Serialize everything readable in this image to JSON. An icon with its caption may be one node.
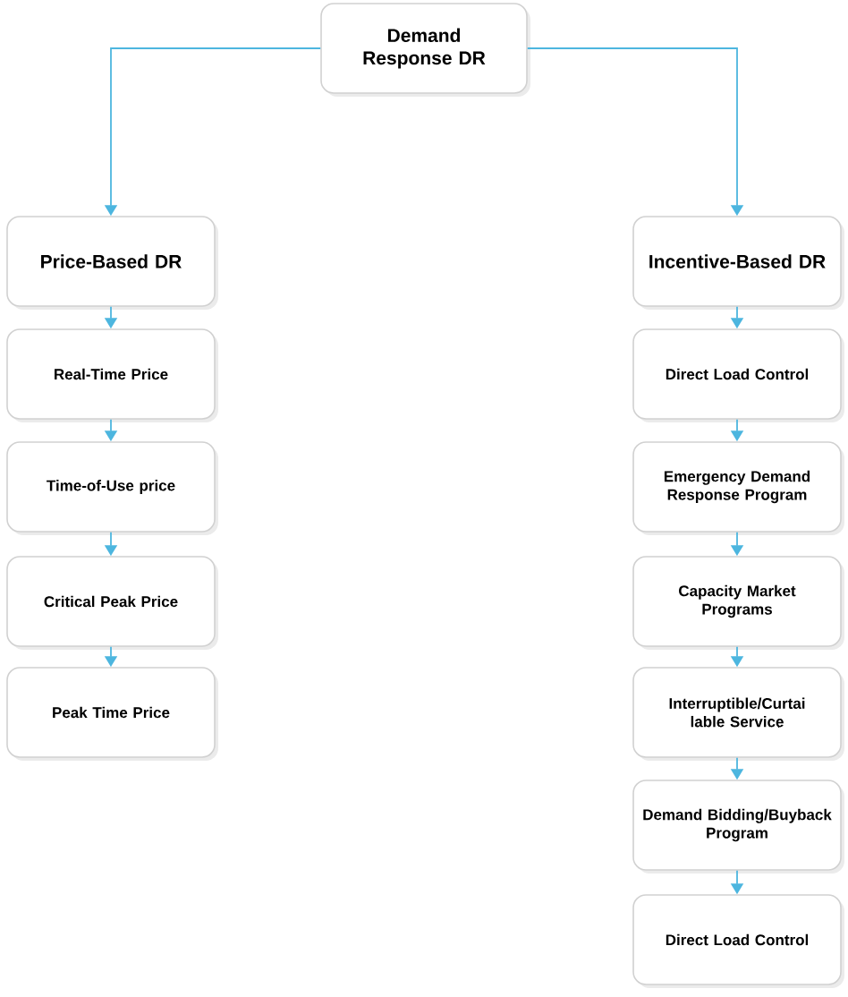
{
  "diagram": {
    "nodes": [
      {
        "text": [
          "Demand Response DR"
        ]
      },
      {
        "text": [
          "Price-Based DR"
        ]
      },
      {
        "text": [
          "Real-Time Price"
        ]
      },
      {
        "text": [
          "Time-of-Use price"
        ]
      },
      {
        "text": [
          "Critical Peak Price"
        ]
      },
      {
        "text": [
          "Peak Time Price"
        ]
      },
      {
        "text": [
          "Incentive-Based DR"
        ]
      },
      {
        "text": [
          "Direct Load Control"
        ]
      },
      {
        "text": [
          "Emergency Demand Response Program"
        ]
      },
      {
        "text": [
          "Capacity Market Programs"
        ]
      },
      {
        "text": [
          "Interruptible/Curtai lable Service"
        ]
      },
      {
        "text": [
          "Demand Bidding/Buyback Program"
        ]
      },
      {
        "text": [
          "Direct Load Control"
        ]
      }
    ],
    "edges": [
      {
        "from": 0,
        "to": 1,
        "arrow": "to"
      },
      {
        "from": 0,
        "to": 6,
        "arrow": "to"
      },
      {
        "from": 1,
        "to": 2,
        "arrow": "to"
      },
      {
        "from": 2,
        "to": 3,
        "arrow": "to"
      },
      {
        "from": 3,
        "to": 4,
        "arrow": "to"
      },
      {
        "from": 4,
        "to": 5,
        "arrow": "to"
      },
      {
        "from": 6,
        "to": 7,
        "arrow": "to"
      },
      {
        "from": 7,
        "to": 8,
        "arrow": "to"
      },
      {
        "from": 8,
        "to": 9,
        "arrow": "to"
      },
      {
        "from": 9,
        "to": 10,
        "arrow": "to"
      },
      {
        "from": 10,
        "to": 11,
        "arrow": "to"
      },
      {
        "from": 11,
        "to": 12,
        "arrow": "to"
      }
    ]
  }
}
